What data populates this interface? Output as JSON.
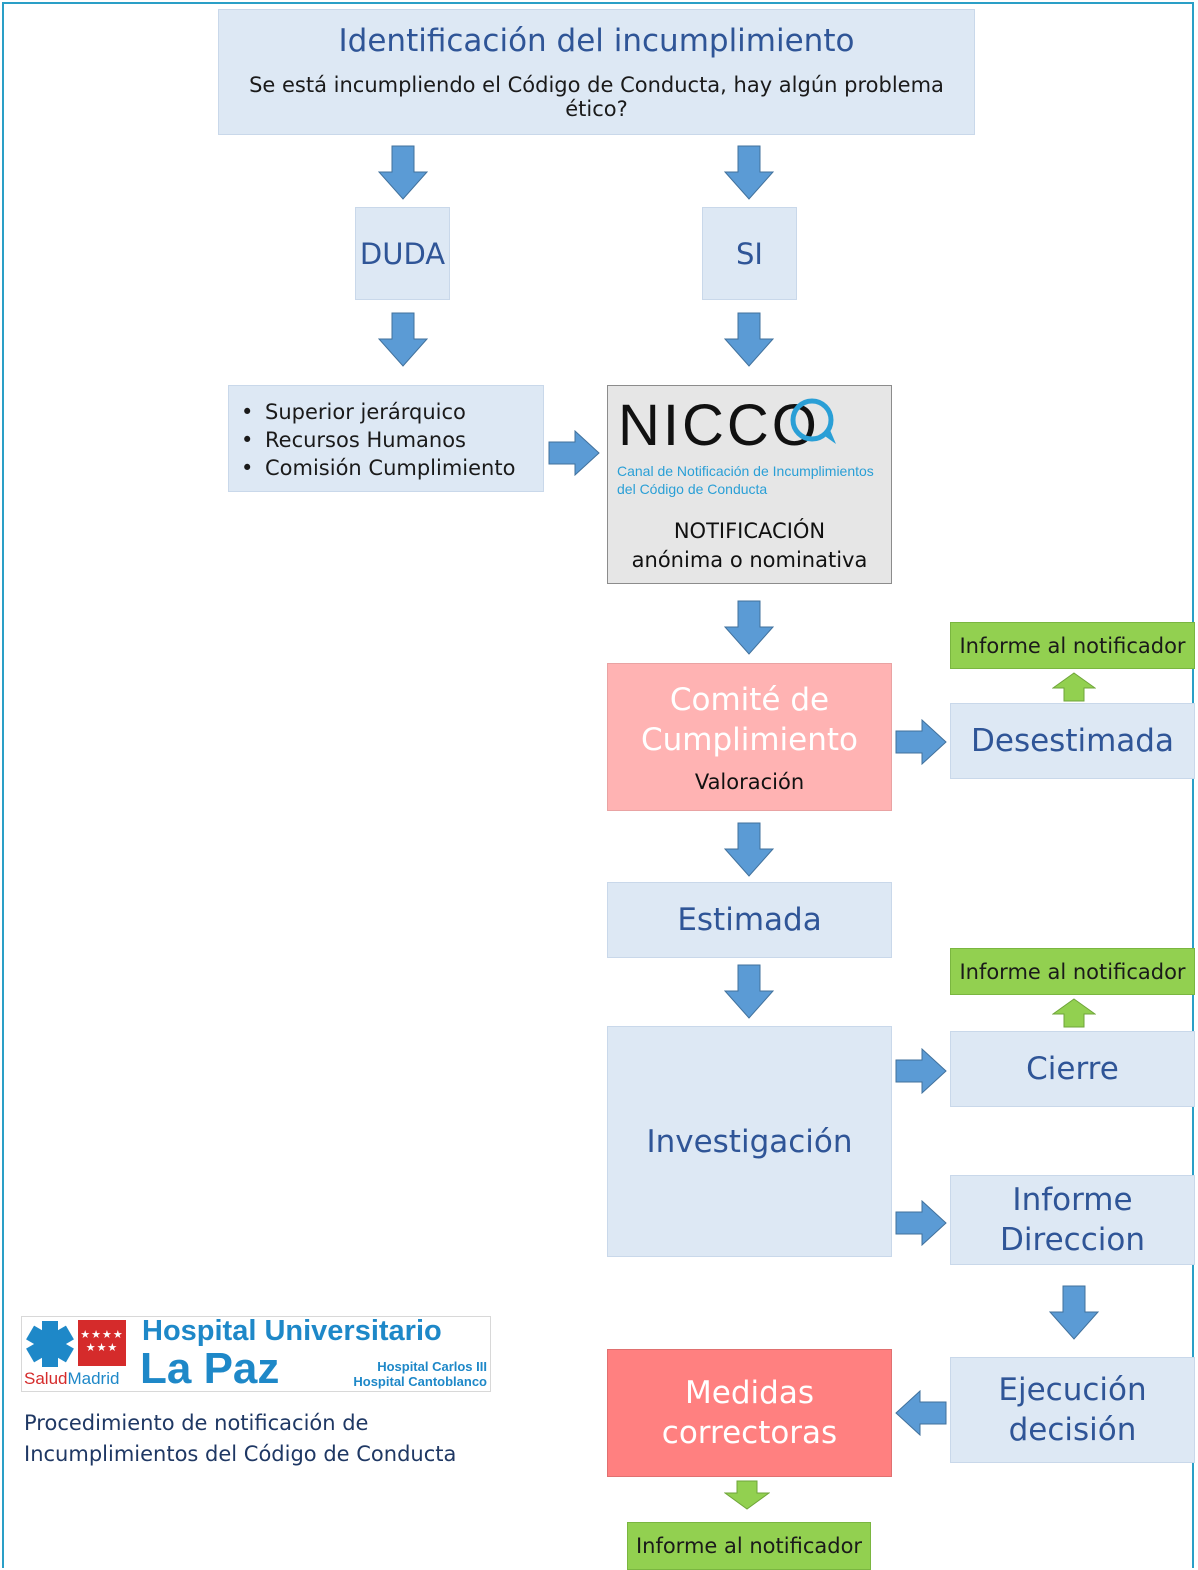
{
  "top": {
    "title": "Identificación del incumplimiento",
    "question": "Se está incumpliendo el Código de Conducta, hay algún problema ético?"
  },
  "branches": {
    "duda": "DUDA",
    "si": "SI"
  },
  "contacts": [
    "Superior jerárquico",
    "Recursos Humanos",
    "Comisión Cumplimiento"
  ],
  "nicco": {
    "logo": "NICCO",
    "subtitle_line1": "Canal de Notificación de Incumplimientos",
    "subtitle_line2": "del Código de Conducta",
    "notification": "NOTIFICACIÓN",
    "mode": "anónima o nominativa"
  },
  "committee": {
    "title_line1": "Comité de",
    "title_line2": "Cumplimiento",
    "subtitle": "Valoración"
  },
  "outcomes": {
    "desestimada": "Desestimada",
    "estimada": "Estimada",
    "investigacion": "Investigación",
    "cierre": "Cierre",
    "informe_line1": "Informe",
    "informe_line2": "Direccion",
    "ejecucion_line1": "Ejecución",
    "ejecucion_line2": "decisión",
    "medidas_line1": "Medidas",
    "medidas_line2": "correctoras"
  },
  "notify_label": "Informe al notificador",
  "hospital": {
    "logo_line1": "Hospital Universitario",
    "logo_line2": "La Paz",
    "sub1": "Hospital Carlos III",
    "sub2": "Hospital Cantoblanco",
    "salud": "Salud",
    "madrid": "Madrid",
    "caption_line1": "Procedimiento de notificación de",
    "caption_line2": "Incumplimientos del Código de Conducta"
  },
  "colors": {
    "box_blue": "#dde8f4",
    "text_blue": "#2f5597",
    "arrow_blue": "#5b9bd5",
    "arrow_green": "#92d050",
    "committee_pink": "#ffb3b3",
    "measures_red": "#ff8080",
    "notify_green": "#92d050",
    "logo_blue": "#1e88c8",
    "logo_red": "#d52b2b"
  }
}
